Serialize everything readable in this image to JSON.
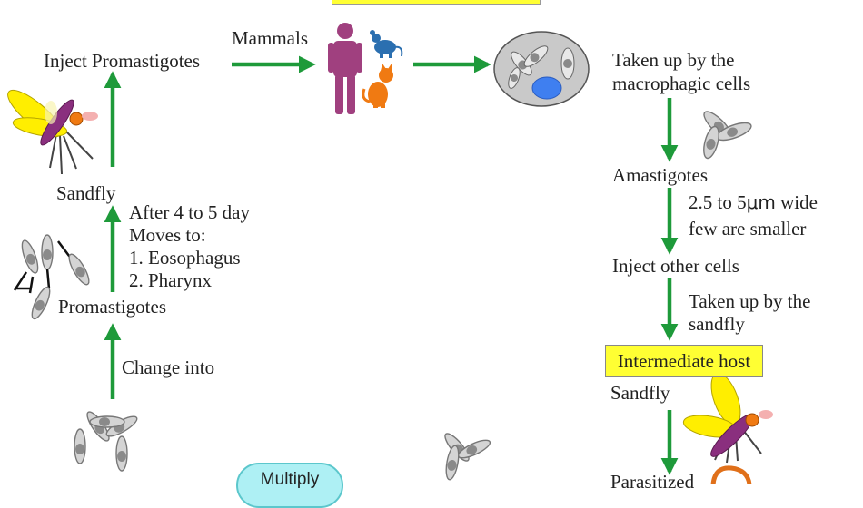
{
  "labels": {
    "inject_promastigotes": "Inject Promastigotes",
    "mammals": "Mammals",
    "taken_up_macro_1": "Taken up by the",
    "taken_up_macro_2": "macrophagic cells",
    "amastigotes": "Amastigotes",
    "size_1_pre": "2.5 to 5",
    "size_1_unit": "μm",
    "size_1_post": " wide",
    "size_2": "few are smaller",
    "inject_other": "Inject other cells",
    "taken_sandfly_1": "Taken up by the",
    "taken_sandfly_2": "sandfly",
    "intermediate_host": "Intermediate host",
    "sandfly_right": "Sandfly",
    "parasitized": "Parasitized",
    "sandfly_left": "Sandfly",
    "after_days": "After 4 to 5 day",
    "moves_to": "Moves to:",
    "eosophagus": "1. Eosophagus",
    "pharynx": "2. Pharynx",
    "promastigotes": "Promastigotes",
    "change_into": "Change into",
    "multiply": "Multiply"
  },
  "colors": {
    "arrow": "#1e9a3a",
    "human": "#a0407f",
    "cat": "#f07a12",
    "mouse": "#2b6fb0",
    "highlight": "#ffff33",
    "multiply_bg": "#aef0f4",
    "fly_wing": "#ffee00",
    "fly_body": "#8a2f7e",
    "cell_nucleus": "#3f7ff0"
  }
}
